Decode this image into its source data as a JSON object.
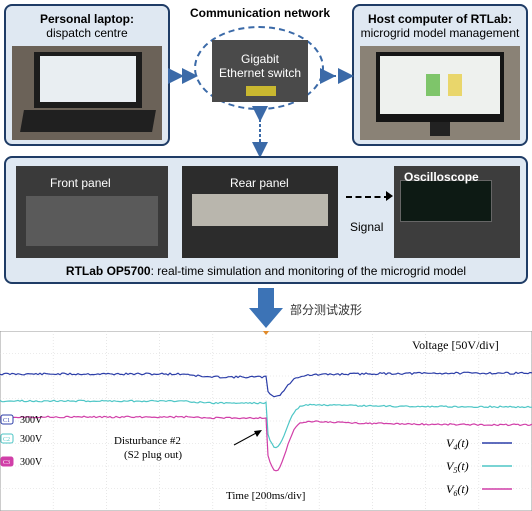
{
  "top": {
    "laptop": {
      "title": "Personal laptop:",
      "subtitle": "dispatch centre"
    },
    "network": {
      "title": "Communication network",
      "switch_line1": "Gigabit",
      "switch_line2": "Ethernet switch"
    },
    "host": {
      "title": "Host computer of RTLab:",
      "subtitle": "microgrid model management"
    }
  },
  "middle": {
    "front_label": "Front panel",
    "rear_label": "Rear panel",
    "scope_label": "Oscilloscope",
    "signal_label": "Signal",
    "caption_bold": "RTLab OP5700",
    "caption_rest": ": real-time simulation and monitoring of the microgrid model"
  },
  "arrow_caption": "部分测试波形",
  "scope": {
    "voltage_label": "Voltage [50V/div]",
    "time_label": "Time [200ms/div]",
    "disturbance_line1": "Disturbance #2",
    "disturbance_line2": "(S2 plug out)",
    "channels": [
      {
        "tag": "C1",
        "scale": "300V",
        "color": "#2c3ea8"
      },
      {
        "tag": "C2",
        "scale": "300V",
        "color": "#4ec6c6"
      },
      {
        "tag": "C3",
        "scale": "300V",
        "color": "#d13fa8"
      }
    ],
    "legend": [
      {
        "base": "V",
        "sub": "4",
        "arg": "(t)",
        "color": "#2c3ea8"
      },
      {
        "base": "V",
        "sub": "5",
        "arg": "(t)",
        "color": "#4ec6c6"
      },
      {
        "base": "V",
        "sub": "6",
        "arg": "(t)",
        "color": "#d13fa8"
      }
    ]
  }
}
